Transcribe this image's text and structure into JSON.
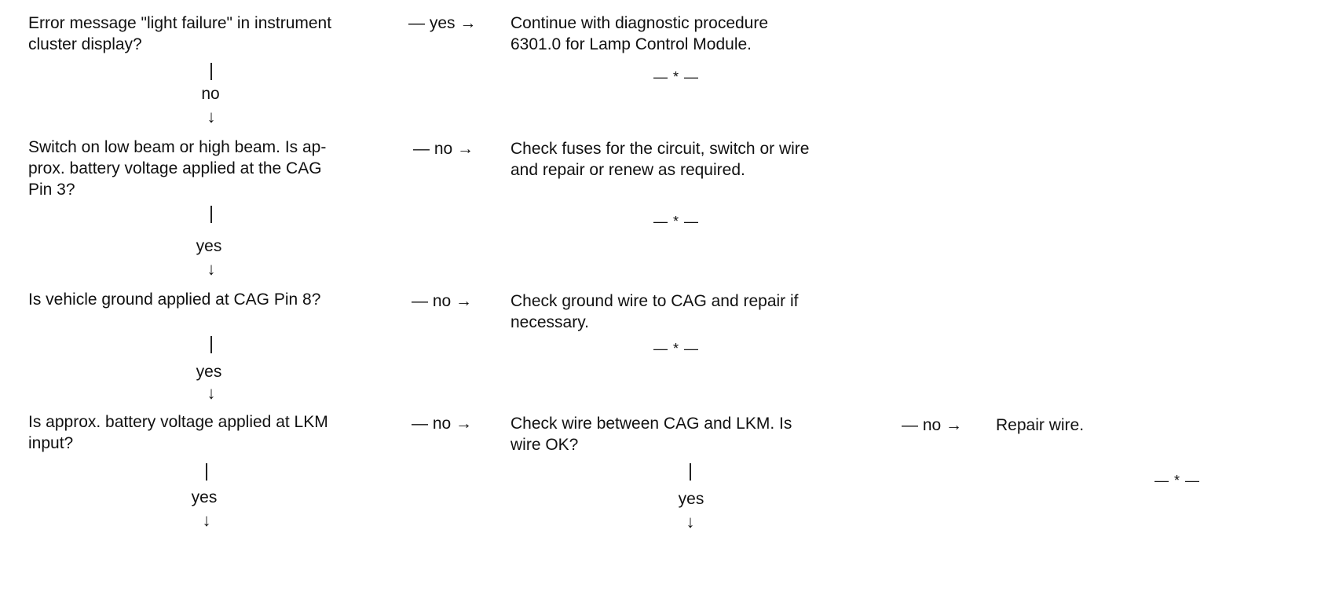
{
  "steps": [
    {
      "question_lines": [
        "Error message \"light failure\" in instrument",
        "cluster display?"
      ],
      "branch_label": "— yes →",
      "result_lines": [
        "Continue with diagnostic procedure",
        "6301.0 for Lamp Control Module."
      ],
      "result_end": "— * —",
      "down_label": "no"
    },
    {
      "question_lines": [
        "Switch on low beam or high beam. Is ap-",
        "prox. battery voltage applied at the CAG",
        "Pin 3?"
      ],
      "branch_label": "— no →",
      "result_lines": [
        "Check fuses for the circuit, switch or wire",
        "and repair or renew as required."
      ],
      "result_end": "— * —",
      "down_label": "yes"
    },
    {
      "question_lines": [
        "Is vehicle ground applied at CAG Pin 8?"
      ],
      "branch_label": "— no →",
      "result_lines": [
        "Check ground wire to CAG and repair if",
        "necessary."
      ],
      "result_end": "— * —",
      "down_label": "yes"
    },
    {
      "question_lines": [
        "Is approx. battery voltage applied at LKM",
        "input?"
      ],
      "branch_label": "— no →",
      "result_lines": [
        "Check wire between CAG and LKM. Is",
        "wire OK?"
      ],
      "down_label": "yes",
      "sub_branch_label": "— no →",
      "sub_result": "Repair wire.",
      "sub_result_end": "— * —",
      "sub_down_label": "yes"
    }
  ],
  "arrow_glyph": "↓"
}
